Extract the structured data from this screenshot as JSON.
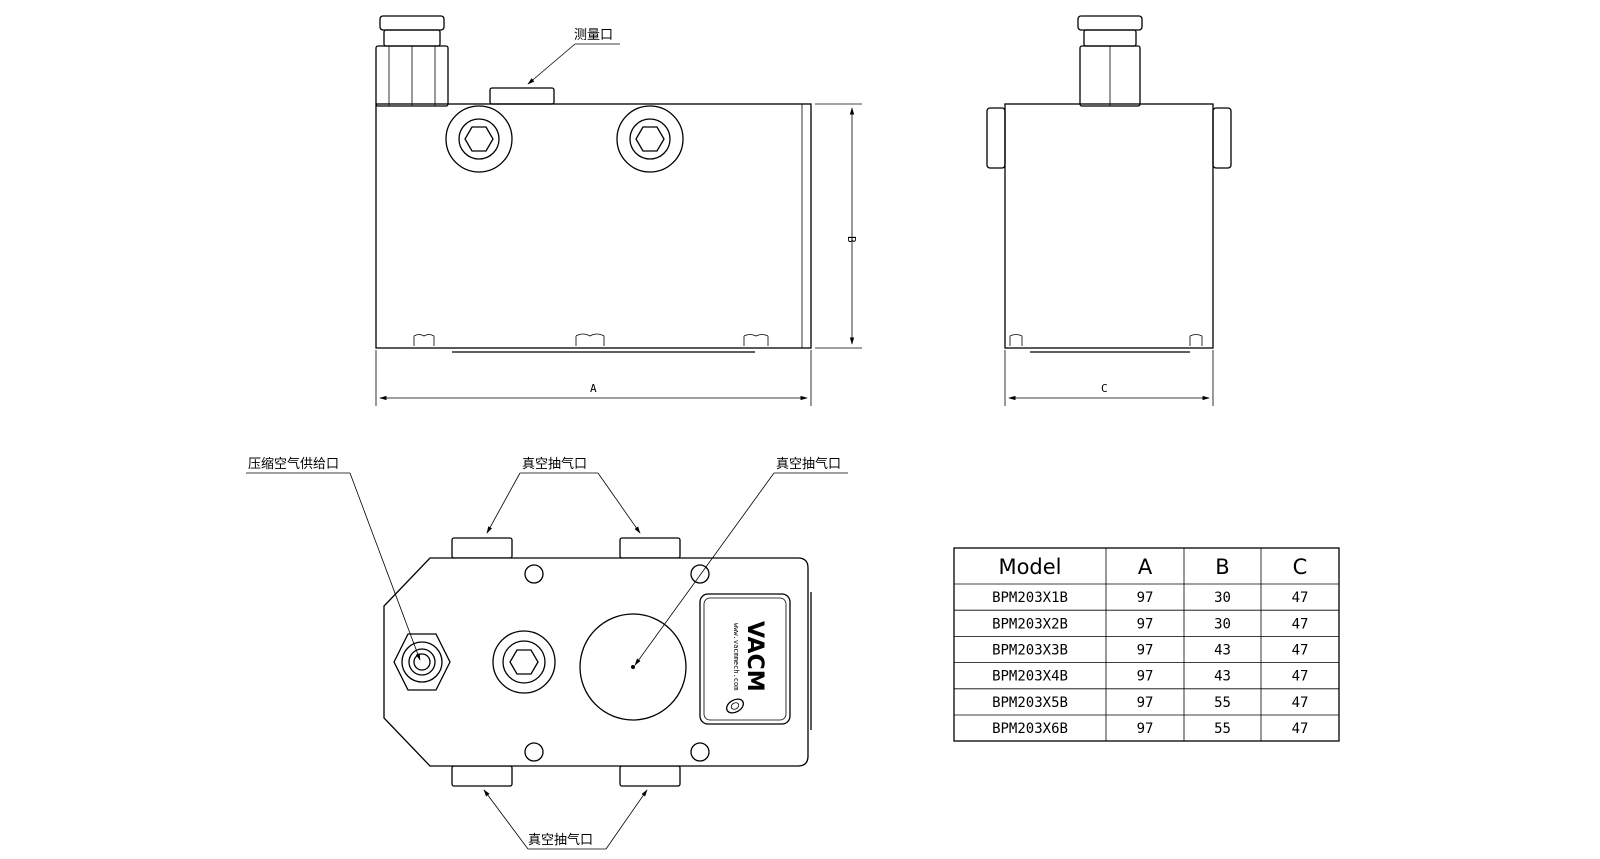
{
  "labels": {
    "measure_port": "测量口",
    "compressed_air_inlet": "压缩空气供给口",
    "vacuum_port_top": "真空抽气口",
    "vacuum_port_right": "真空抽气口",
    "vacuum_port_bottom": "真空抽气口"
  },
  "dimensions": {
    "a": "A",
    "b": "B",
    "c": "C"
  },
  "logo": {
    "brand": "VACM",
    "url": "www.vacmmech.com"
  },
  "table": {
    "headers": [
      "Model",
      "A",
      "B",
      "C"
    ],
    "rows": [
      [
        "BPM203X1B",
        "97",
        "30",
        "47"
      ],
      [
        "BPM203X2B",
        "97",
        "30",
        "47"
      ],
      [
        "BPM203X3B",
        "97",
        "43",
        "47"
      ],
      [
        "BPM203X4B",
        "97",
        "43",
        "47"
      ],
      [
        "BPM203X5B",
        "97",
        "55",
        "47"
      ],
      [
        "BPM203X6B",
        "97",
        "55",
        "47"
      ]
    ]
  }
}
